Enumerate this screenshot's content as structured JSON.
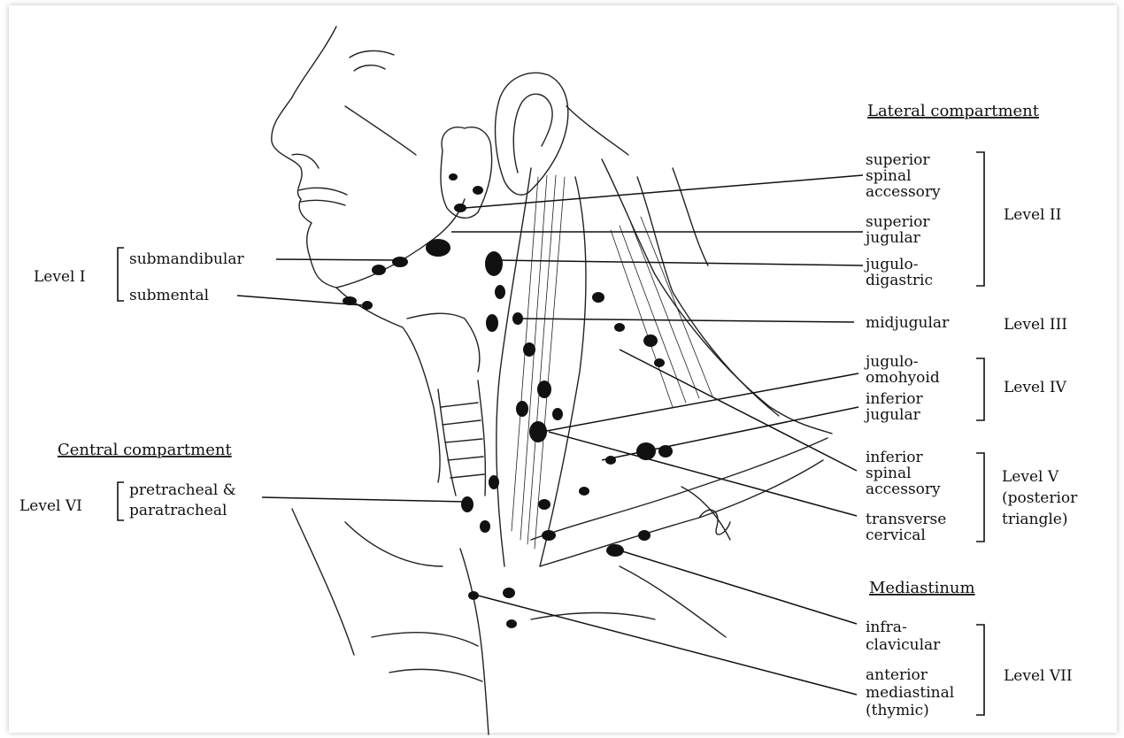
{
  "headings": {
    "lateral": "Lateral compartment",
    "central": "Central compartment",
    "mediastinum": "Mediastinum"
  },
  "levels": {
    "I": "Level I",
    "II": "Level II",
    "III": "Level III",
    "IV": "Level IV",
    "V": [
      "Level V",
      "(posterior",
      "triangle)"
    ],
    "VI": "Level VI",
    "VII": "Level VII"
  },
  "labels": {
    "submandibular": "submandibular",
    "submental": "submental",
    "superior_spinal_accessory": [
      "superior",
      "spinal",
      "accessory"
    ],
    "superior_jugular": [
      "superior",
      "jugular"
    ],
    "jugulodigastric": [
      "jugulo-",
      "digastric"
    ],
    "midjugular": "midjugular",
    "juguloomohyoid": [
      "jugulo-",
      "omohyoid"
    ],
    "inferior_jugular": [
      "inferior",
      "jugular"
    ],
    "inferior_spinal_accessory": [
      "inferior",
      "spinal",
      "accessory"
    ],
    "transverse_cervical": [
      "transverse",
      "cervical"
    ],
    "pretracheal": [
      "pretracheal &",
      "paratracheal"
    ],
    "infraclavicular": [
      "infra-",
      "clavicular"
    ],
    "anterior_mediastinal": [
      "anterior",
      "mediastinal",
      "(thymic)"
    ]
  }
}
